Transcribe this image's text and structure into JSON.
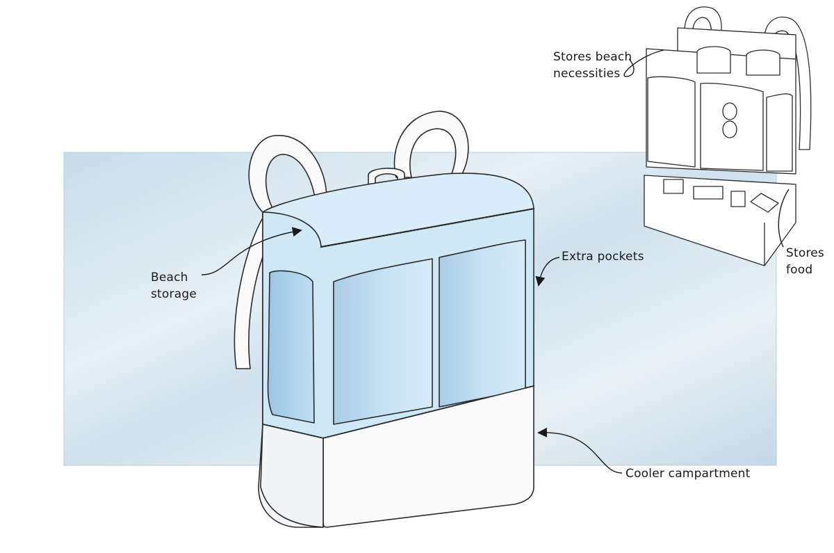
{
  "labels": {
    "beach_storage": [
      "Beach",
      "storage"
    ],
    "extra_pockets": "Extra pockets",
    "cooler_compartment": "Cooler campartment",
    "stores_beach_necessities": [
      "Stores beach",
      "necessities"
    ],
    "stores_food": [
      "Stores",
      "food"
    ]
  },
  "colors": {
    "background_panel": "#cfe2ec",
    "backpack_upper": "#cfe8f6",
    "pocket_fill": "#b9d9ee",
    "outline": "#2a2a2a",
    "white_parts": "#fafafa"
  }
}
